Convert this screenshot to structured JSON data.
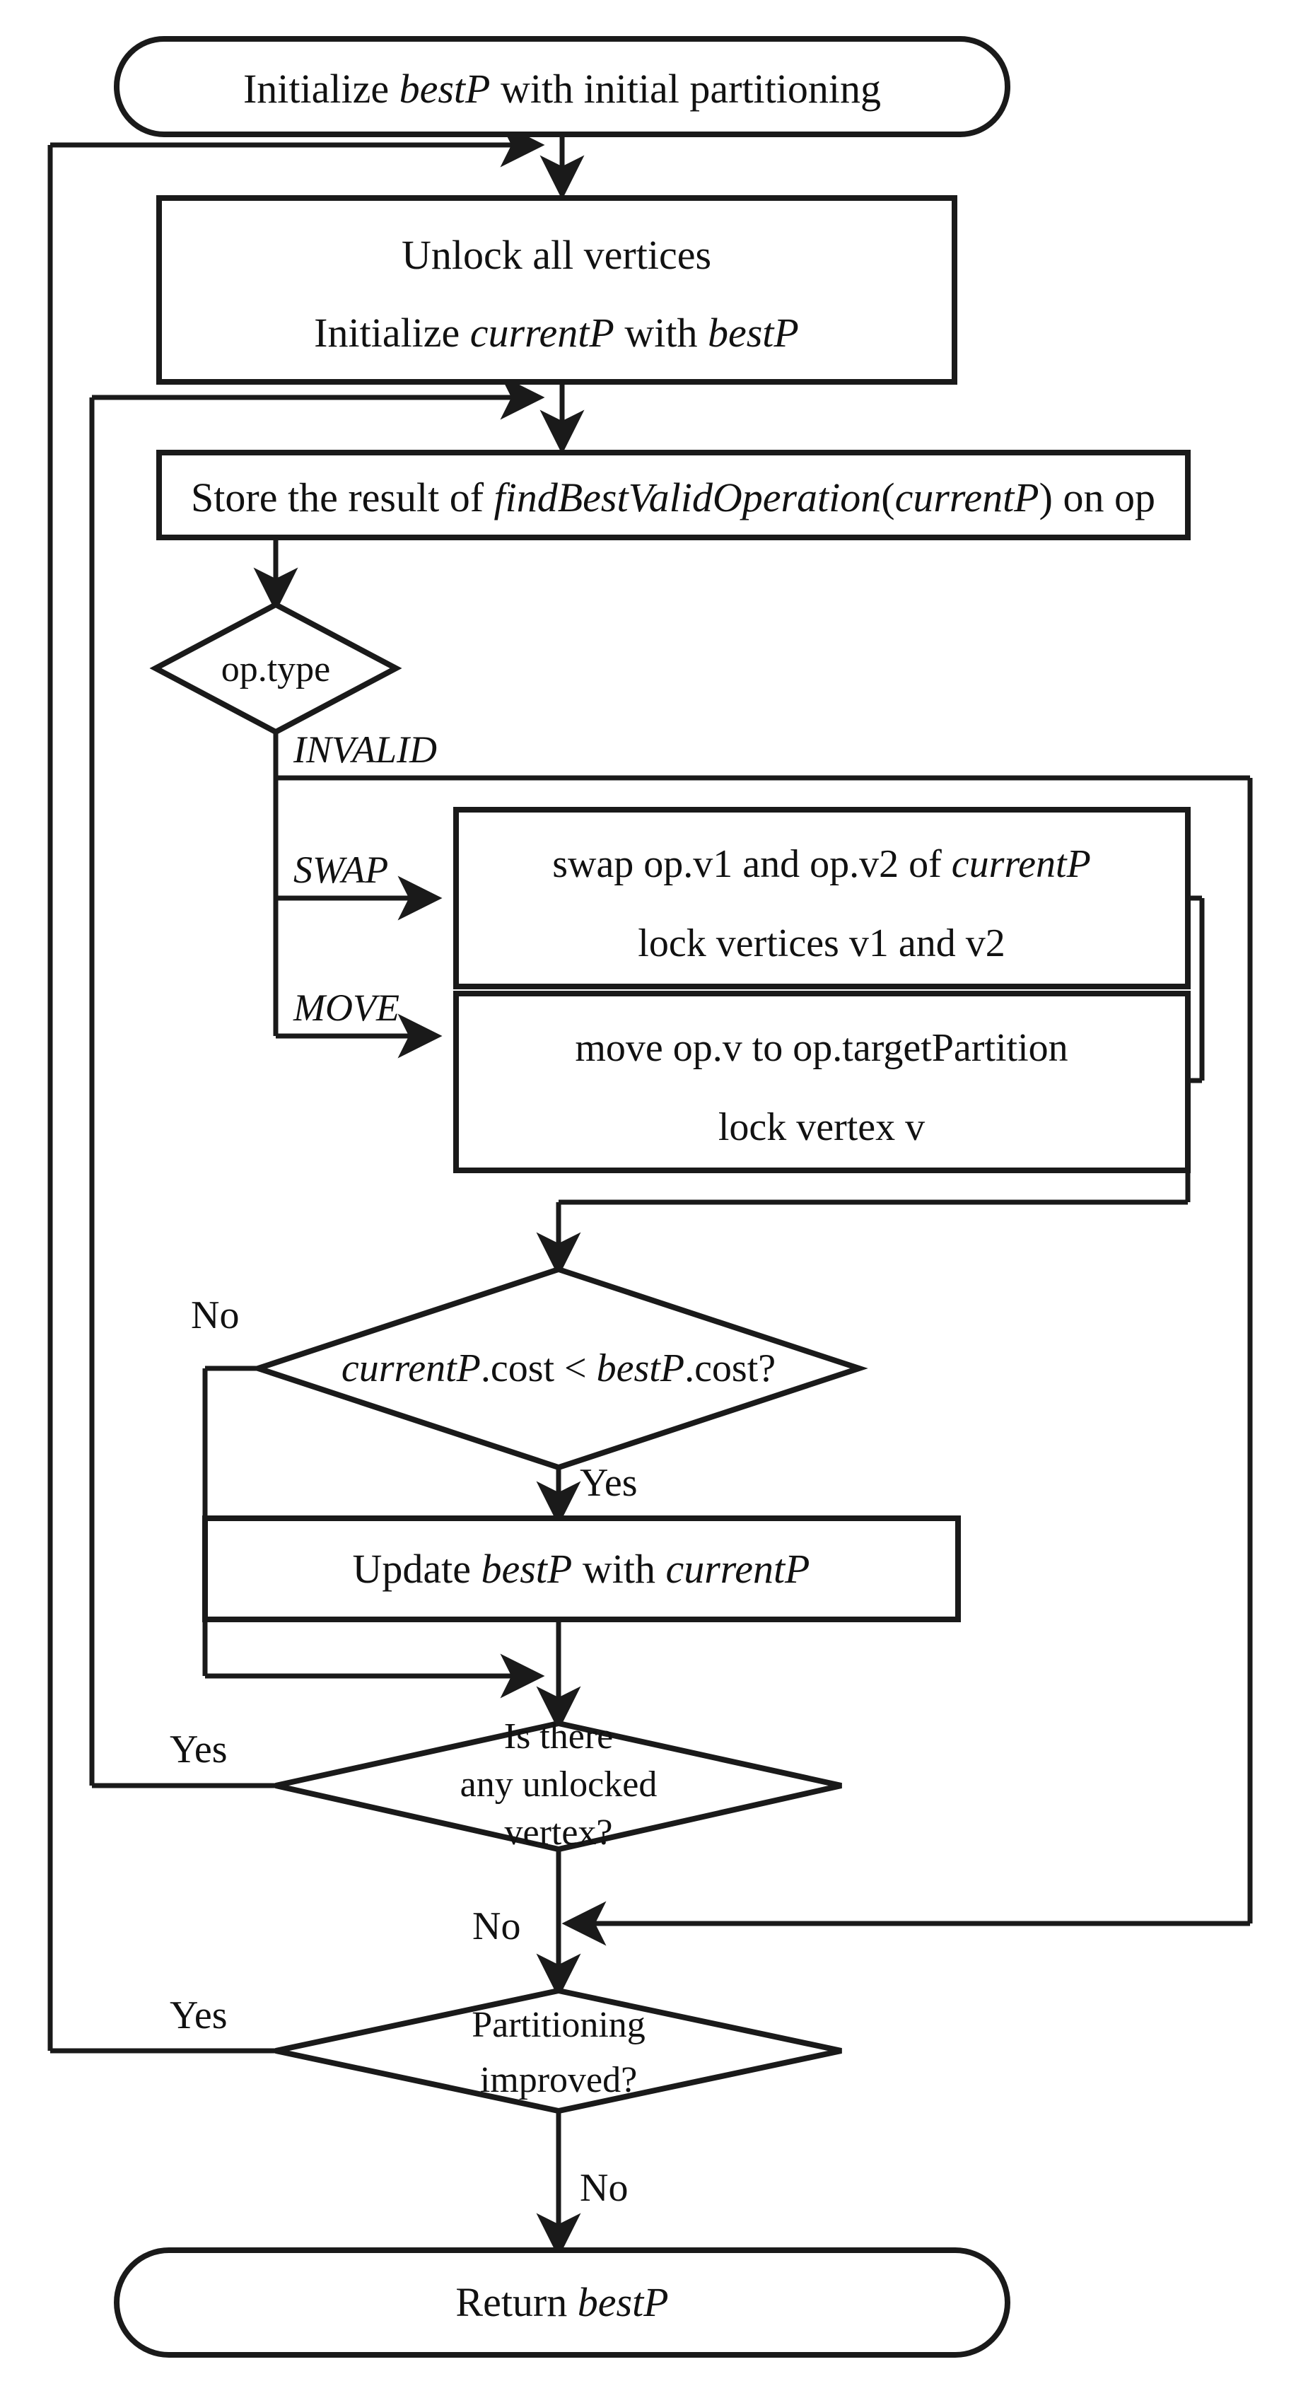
{
  "diagram": {
    "type": "flowchart",
    "title": "Partitioning refinement algorithm flowchart",
    "stroke_color": "#1a1a1a",
    "fill_color": "#ffffff",
    "background": "#ffffff"
  },
  "nodes": {
    "start": {
      "shape": "terminal",
      "text_plain": "Initialize bestP with initial partitioning",
      "parts": [
        {
          "t": "Initialize ",
          "i": false
        },
        {
          "t": "bestP",
          "i": true
        },
        {
          "t": " with initial partitioning",
          "i": false
        }
      ]
    },
    "unlock": {
      "shape": "process",
      "line1_parts": [
        {
          "t": "Unlock all vertices",
          "i": false
        }
      ],
      "line2_parts": [
        {
          "t": "Initialize ",
          "i": false
        },
        {
          "t": "currentP",
          "i": true
        },
        {
          "t": " with ",
          "i": false
        },
        {
          "t": "bestP",
          "i": true
        }
      ],
      "text_plain": "Unlock all vertices / Initialize currentP with bestP"
    },
    "store": {
      "shape": "process",
      "parts": [
        {
          "t": "Store the result of ",
          "i": false
        },
        {
          "t": "findBestValidOperation",
          "i": true
        },
        {
          "t": "(",
          "i": false
        },
        {
          "t": "currentP",
          "i": true
        },
        {
          "t": ") on op",
          "i": false
        }
      ],
      "text_plain": "Store the result of findBestValidOperation(currentP) on op"
    },
    "optype": {
      "shape": "decision",
      "text_plain": "op.type",
      "parts": [
        {
          "t": "op.type",
          "i": false
        }
      ]
    },
    "swap": {
      "shape": "process",
      "line1_parts": [
        {
          "t": "swap op.v1 and op.v2 of ",
          "i": false
        },
        {
          "t": "currentP",
          "i": true
        }
      ],
      "line2_parts": [
        {
          "t": "lock vertices v1 and v2",
          "i": false
        }
      ],
      "text_plain": "swap op.v1 and op.v2 of currentP / lock vertices v1 and v2"
    },
    "move": {
      "shape": "process",
      "line1_parts": [
        {
          "t": "move op.v to op.targetPartition",
          "i": false
        }
      ],
      "line2_parts": [
        {
          "t": "lock vertex v",
          "i": false
        }
      ],
      "text_plain": "move op.v to op.targetPartition / lock vertex v"
    },
    "cost": {
      "shape": "decision",
      "parts": [
        {
          "t": "currentP",
          "i": true
        },
        {
          "t": ".cost < ",
          "i": false
        },
        {
          "t": "bestP",
          "i": true
        },
        {
          "t": ".cost?",
          "i": false
        }
      ],
      "text_plain": "currentP.cost < bestP.cost?"
    },
    "update": {
      "shape": "process",
      "parts": [
        {
          "t": "Update ",
          "i": false
        },
        {
          "t": "bestP",
          "i": true
        },
        {
          "t": " with ",
          "i": false
        },
        {
          "t": "currentP",
          "i": true
        }
      ],
      "text_plain": "Update bestP with currentP"
    },
    "unlocked": {
      "shape": "decision",
      "line1": "Is there",
      "line2": "any unlocked",
      "line3": "vertex?",
      "text_plain": "Is there any unlocked vertex?"
    },
    "improved": {
      "shape": "decision",
      "line1": "Partitioning",
      "line2": "improved?",
      "text_plain": "Partitioning improved?"
    },
    "end": {
      "shape": "terminal",
      "parts": [
        {
          "t": "Return ",
          "i": false
        },
        {
          "t": "bestP",
          "i": true
        }
      ],
      "text_plain": "Return bestP"
    }
  },
  "edge_labels": {
    "invalid": "INVALID",
    "swap": "SWAP",
    "move": "MOVE",
    "cost_no": "No",
    "cost_yes": "Yes",
    "unlocked_yes": "Yes",
    "unlocked_no": "No",
    "improved_yes": "Yes",
    "improved_no": "No"
  }
}
